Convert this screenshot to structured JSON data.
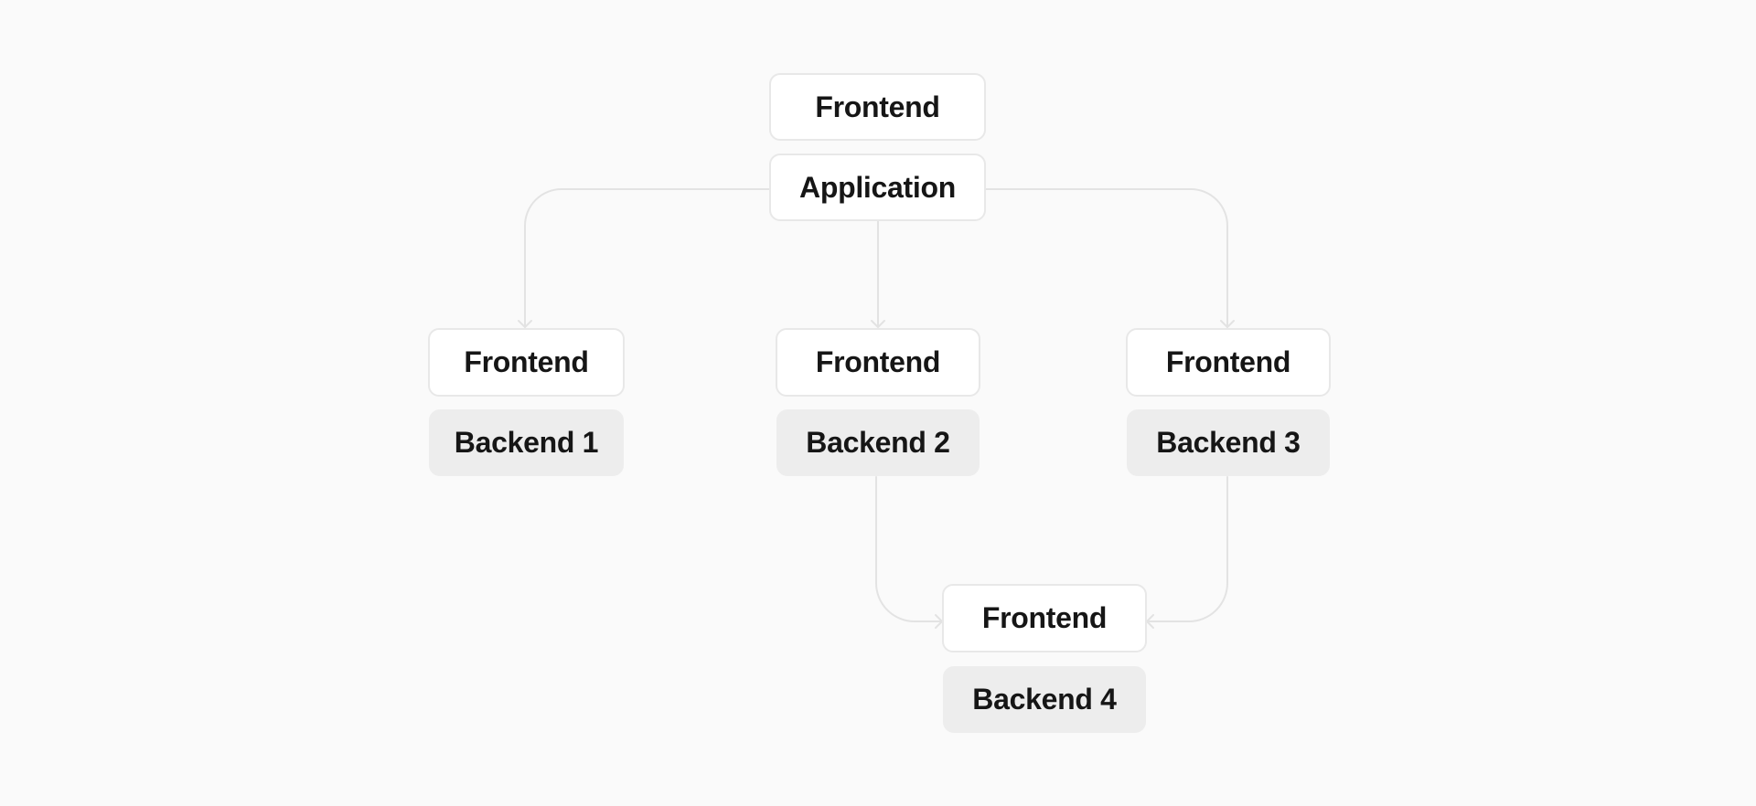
{
  "colors": {
    "background": "#fafafa",
    "node_light": "#ffffff",
    "node_grey": "#ededed",
    "node_border": "#e8e8e8",
    "connector": "#e3e3e3",
    "text": "#161616"
  },
  "top": {
    "frontend": "Frontend",
    "application": "Application"
  },
  "left": {
    "frontend": "Frontend",
    "backend": "Backend 1"
  },
  "center": {
    "frontend": "Frontend",
    "backend": "Backend 2"
  },
  "right": {
    "frontend": "Frontend",
    "backend": "Backend 3"
  },
  "bottom": {
    "frontend": "Frontend",
    "backend": "Backend 4"
  }
}
